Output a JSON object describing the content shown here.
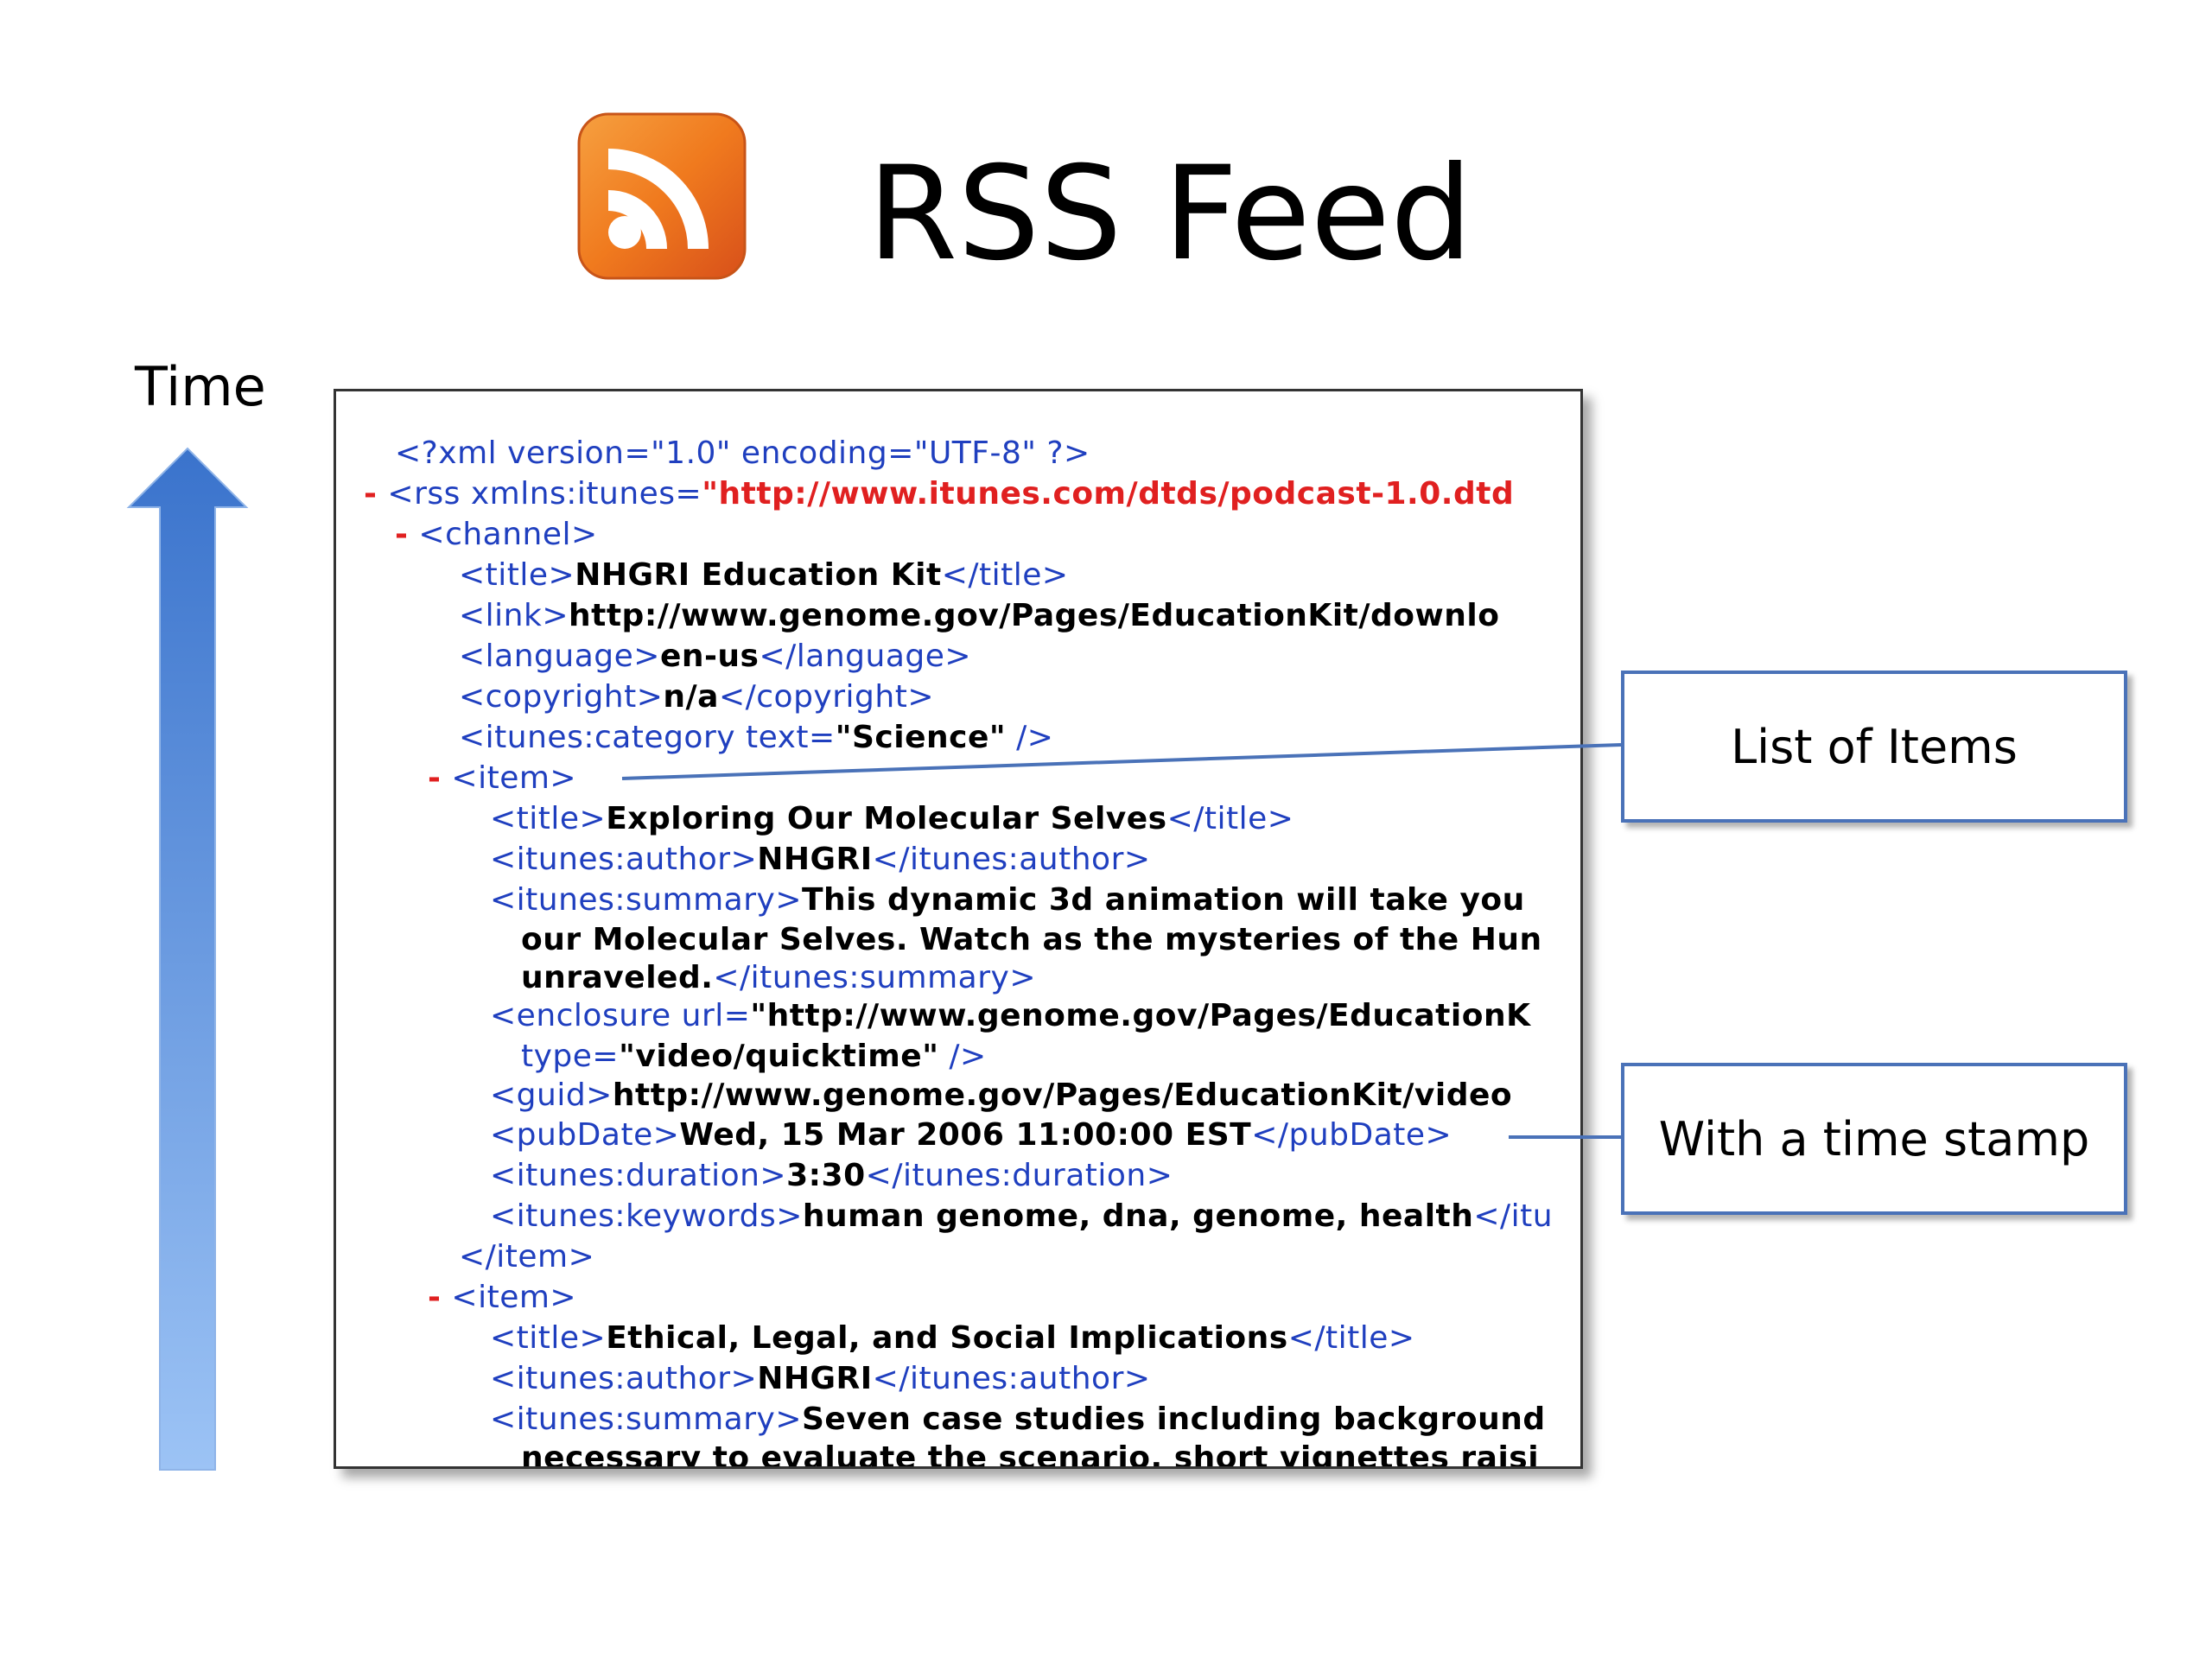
{
  "slide": {
    "title": "RSS Feed",
    "time_label": "Time"
  },
  "rss_icon": {
    "name": "rss-icon",
    "color": "#f07a1e"
  },
  "callouts": {
    "items": "List of Items",
    "timestamp": "With a time stamp"
  },
  "xml": {
    "decl": "<?xml version=\"1.0\" encoding=\"UTF-8\" ?>",
    "minus": "-",
    "rss_open": "<rss xmlns:itunes=",
    "rss_url": "\"http://www.itunes.com/dtds/podcast-1.0.dtd",
    "channel_open": "<channel>",
    "title_open": "<title>",
    "title_close": "</title>",
    "channel_title": "NHGRI Education Kit",
    "link_open": "<link>",
    "link_value": "http://www.genome.gov/Pages/EducationKit/downlo",
    "language_open": "<language>",
    "language_value": "en-us",
    "language_close": "</language>",
    "copyright_open": "<copyright>",
    "copyright_value": "n/a",
    "copyright_close": "</copyright>",
    "category_open": "<itunes:category text=",
    "category_value": "\"Science\"",
    "category_close": " />",
    "item_open": "<item>",
    "item_close": "</item>",
    "item1_title": "Exploring Our Molecular Selves",
    "author_open": "<itunes:author>",
    "author_value": "NHGRI",
    "author_close": "</itunes:author>",
    "summary_open": "<itunes:summary>",
    "summary_close": "</itunes:summary>",
    "item1_summary_1": "This dynamic 3d animation will take you",
    "item1_summary_2": "our Molecular Selves. Watch as the mysteries of the Hun",
    "item1_summary_3": "unraveled.",
    "enclosure_open": "<enclosure url=",
    "enclosure_value": "\"http://www.genome.gov/Pages/EducationK",
    "type_attr": "type=",
    "type_value": "\"video/quicktime\"",
    "type_close": " />",
    "guid_open": "<guid>",
    "guid_value": "http://www.genome.gov/Pages/EducationKit/video",
    "pubdate_open": "<pubDate>",
    "pubdate_value": "Wed, 15 Mar 2006 11:00:00 EST",
    "pubdate_close": "</pubDate>",
    "duration_open": "<itunes:duration>",
    "duration_value": "3:30",
    "duration_close": "</itunes:duration>",
    "keywords_open": "<itunes:keywords>",
    "keywords_value": "human genome, dna, genome, health",
    "keywords_close": "</itu",
    "item2_title": "Ethical, Legal, and Social Implications",
    "item2_summary_1": "Seven case studies including background",
    "item2_summary_2": "necessary to evaluate the scenario, short vignettes raisi"
  },
  "colors": {
    "arrow_top": "#3a73cc",
    "arrow_bottom": "#9cc3f5",
    "callout_border": "#4a72b8",
    "markup_red": "#e02020",
    "tag_brown": "#8b1a1a",
    "punct_blue": "#1f3fbf"
  }
}
